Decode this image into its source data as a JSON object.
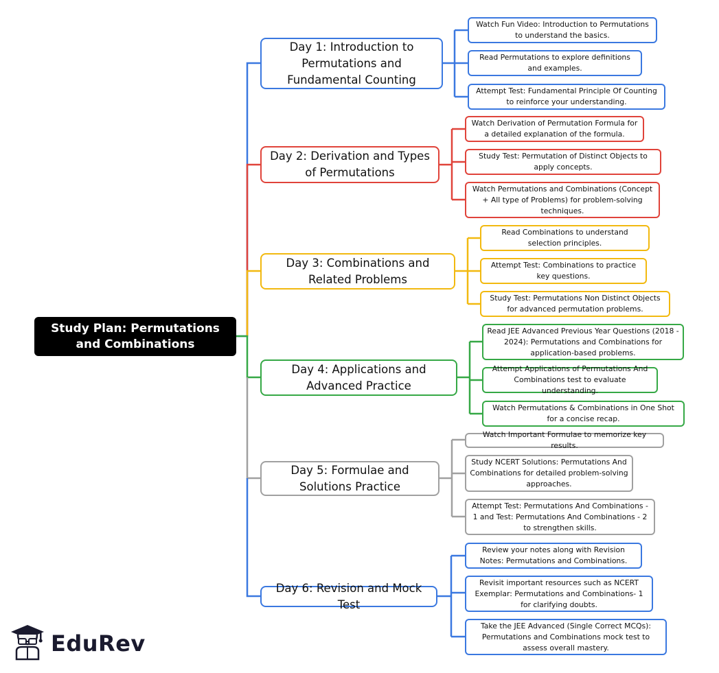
{
  "root": {
    "title": "Study Plan: Permutations and Combinations"
  },
  "days": [
    {
      "label": "Day 1: Introduction to Permutations and Fundamental Counting",
      "color": "#3a78e0",
      "tasks": [
        "Watch Fun Video: Introduction to Permutations to understand the basics.",
        "Read Permutations to explore definitions and examples.",
        "Attempt Test: Fundamental Principle Of Counting to reinforce your understanding."
      ]
    },
    {
      "label": "Day 2: Derivation and Types of Permutations",
      "color": "#e0433a",
      "tasks": [
        "Watch Derivation of Permutation Formula for a detailed explanation of the formula.",
        "Study Test: Permutation of Distinct Objects to apply concepts.",
        "Watch Permutations and Combinations (Concept + All type of Problems) for problem-solving techniques."
      ]
    },
    {
      "label": "Day 3: Combinations and Related Problems",
      "color": "#f2b90f",
      "tasks": [
        "Read Combinations to understand selection principles.",
        "Attempt Test: Combinations to practice key questions.",
        "Study Test: Permutations Non Distinct Objects for advanced permutation problems."
      ]
    },
    {
      "label": "Day 4: Applications and Advanced Practice",
      "color": "#35a845",
      "tasks": [
        "Read JEE Advanced Previous Year Questions (2018 - 2024): Permutations and Combinations for application-based problems.",
        "Attempt Applications of Permutations And Combinations test to evaluate understanding.",
        "Watch Permutations & Combinations in One Shot for a concise recap."
      ]
    },
    {
      "label": "Day 5: Formulae and Solutions Practice",
      "color": "#a0a0a0",
      "tasks": [
        "Watch Important Formulae to memorize key results.",
        "Study NCERT Solutions: Permutations And Combinations for detailed problem-solving approaches.",
        "Attempt Test: Permutations And Combinations - 1 and Test: Permutations And Combinations - 2 to strengthen skills."
      ]
    },
    {
      "label": "Day 6: Revision and Mock Test",
      "color": "#3a78e0",
      "tasks": [
        "Review your notes along with Revision Notes: Permutations and Combinations.",
        "Revisit important resources such as NCERT Exemplar: Permutations and Combinations- 1 for clarifying doubts.",
        "Take the JEE Advanced (Single Correct MCQs): Permutations and Combinations mock test to assess overall mastery."
      ]
    }
  ],
  "logo": {
    "text": "EduRev",
    "icon": "graduation-cap-student-icon"
  }
}
